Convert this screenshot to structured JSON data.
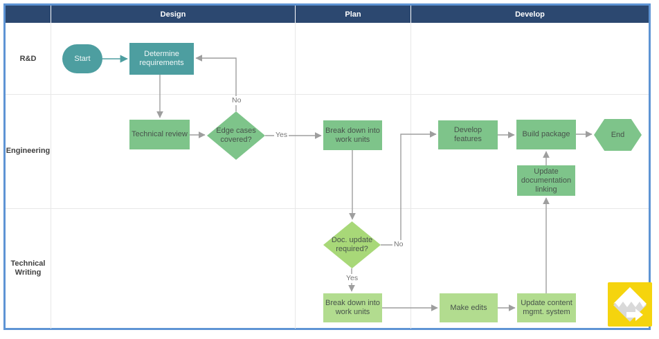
{
  "header": {
    "columns": [
      "Design",
      "Plan",
      "Develop"
    ]
  },
  "lanes": [
    "R&D",
    "Engineering",
    "Technical Writing"
  ],
  "nodes": {
    "start": "Start",
    "determine_requirements": "Determine requirements",
    "technical_review": "Technical review",
    "edge_cases_covered": "Edge cases covered?",
    "break_down_work_units_plan": "Break down into work units",
    "develop_features": "Develop features",
    "build_package": "Build package",
    "end": "End",
    "update_documentation_linking": "Update documentation linking",
    "doc_update_required": "Doc. update required?",
    "break_down_work_units_writing": "Break down into work units",
    "make_edits": "Make edits",
    "update_content_mgmt_system": "Update content mgmt. system"
  },
  "edge_labels": {
    "edge_cases_yes": "Yes",
    "edge_cases_no": "No",
    "doc_update_no": "No",
    "doc_update_yes": "Yes"
  },
  "colors": {
    "frame_border": "#5E94D4",
    "header_bg": "#2C4870",
    "teal_shape": "#4D9EA0",
    "green_shape": "#7EC48A",
    "light_green_shape": "#B2DC8F",
    "lime_diamond": "#A8D878",
    "connector": "#9E9E9E",
    "watermark_yellow": "#F5D40E"
  }
}
